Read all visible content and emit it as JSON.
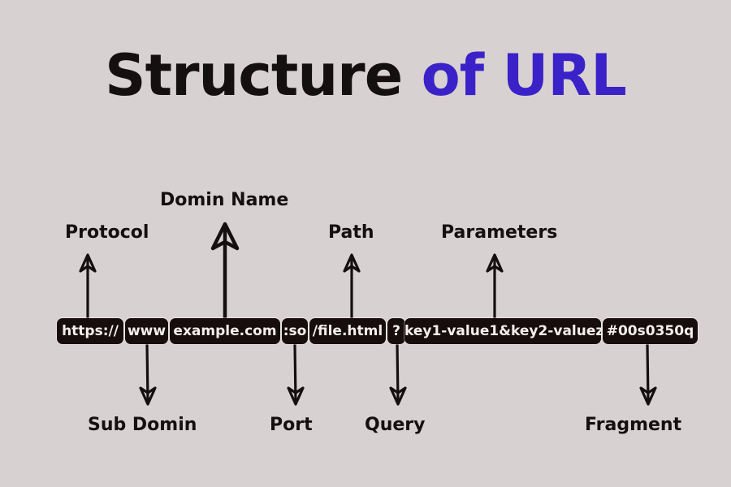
{
  "title": {
    "part1": "Structure",
    "part2": "of URL",
    "accent_color": "#3a22c8"
  },
  "segments": [
    {
      "id": "protocol",
      "text": "https://"
    },
    {
      "id": "subdomain",
      "text": "www"
    },
    {
      "id": "domain",
      "text": "example.com"
    },
    {
      "id": "port",
      "text": ":so"
    },
    {
      "id": "path",
      "text": "/file.html"
    },
    {
      "id": "query",
      "text": "?"
    },
    {
      "id": "parameters",
      "text": "key1-value1&key2-valuez"
    },
    {
      "id": "fragment",
      "text": "#00s0350q"
    }
  ],
  "labels_above": {
    "protocol": "Protocol",
    "domain": "Domin Name",
    "path": "Path",
    "parameters": "Parameters"
  },
  "labels_below": {
    "subdomain": "Sub Domin",
    "port": "Port",
    "query": "Query",
    "fragment": "Fragment"
  }
}
